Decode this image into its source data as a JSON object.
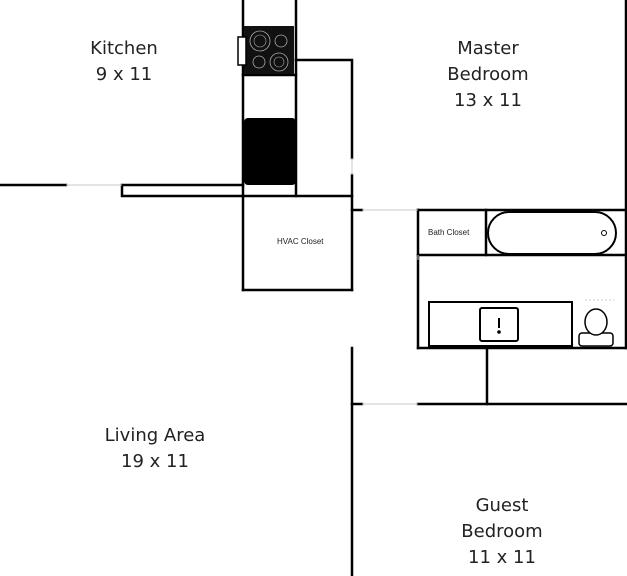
{
  "rooms": {
    "kitchen": {
      "name": "Kitchen",
      "size": "9 x 11"
    },
    "master": {
      "name_line1": "Master",
      "name_line2": "Bedroom",
      "size": "13 x 11"
    },
    "living": {
      "name": "Living Area",
      "size": "19 x 11"
    },
    "guest": {
      "name_line1": "Guest",
      "name_line2": "Bedroom",
      "size": "11 x 11"
    }
  },
  "closets": {
    "hvac": "HVAC Closet",
    "bath": "Bath Closet"
  },
  "colors": {
    "wall": "#000000",
    "opening": "#c8c8c8",
    "label": "#222222"
  }
}
